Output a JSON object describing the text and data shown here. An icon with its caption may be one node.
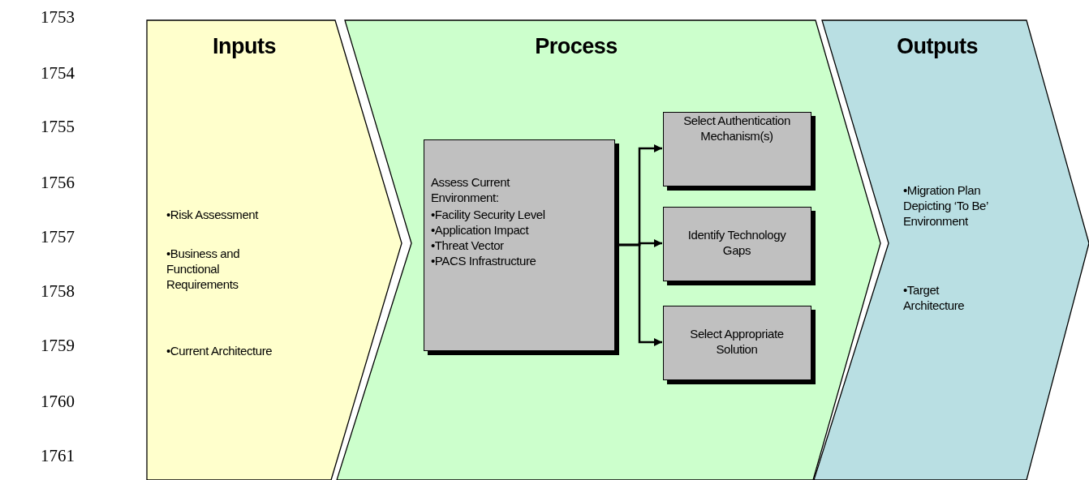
{
  "diagram": {
    "nodes": [
      {
        "text": [
          "Inputs",
          "•Risk Assessment",
          "•Business and Functional Requirements",
          "•Current Architecture"
        ]
      },
      {
        "text": [
          "Process"
        ]
      },
      {
        "text": [
          "Assess Current Environment:",
          "•Facility Security Level",
          "•Application Impact",
          "•Threat Vector",
          "•PACS Infrastructure"
        ],
        "in": 1
      },
      {
        "text": [
          "Select Authentication Mechanism(s)"
        ],
        "in": 1
      },
      {
        "text": [
          "Identify Technology Gaps"
        ],
        "in": 1
      },
      {
        "text": [
          "Select Appropriate Solution"
        ],
        "in": 1
      },
      {
        "text": [
          "Outputs",
          "•Migration Plan Depicting ‘To Be’ Environment",
          "•Target Architecture"
        ]
      }
    ],
    "edges": [
      {
        "from": 2,
        "to": 3,
        "arrow": "to"
      },
      {
        "from": 2,
        "to": 4,
        "arrow": "to"
      },
      {
        "from": 2,
        "to": 5,
        "arrow": "to"
      }
    ],
    "labels": [
      "1753",
      "1754",
      "1755",
      "1756",
      "1757",
      "1758",
      "1759",
      "1760",
      "1761"
    ]
  }
}
